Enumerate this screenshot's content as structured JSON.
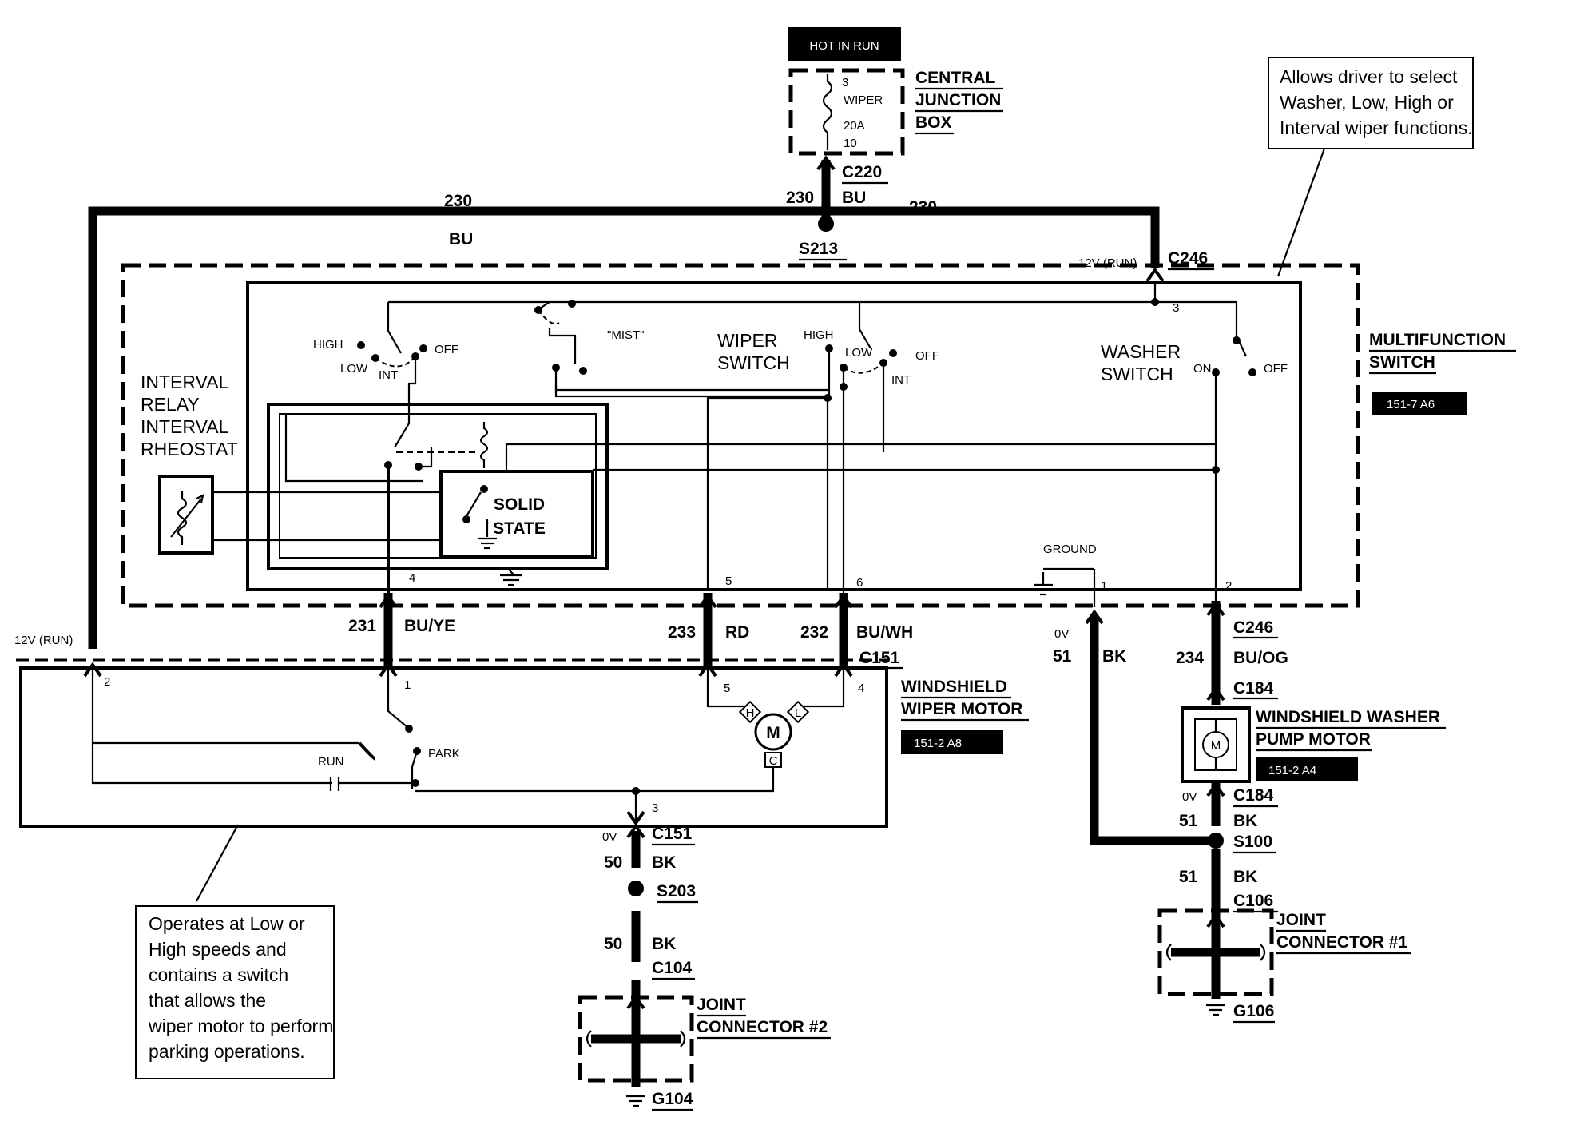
{
  "power": {
    "hot_in_run": "HOT IN RUN",
    "fuse_pin_top": "3",
    "fuse_name": "WIPER",
    "fuse_rating": "20A",
    "fuse_pin_bottom": "10",
    "cjb_line1": "CENTRAL",
    "cjb_line2": "JUNCTION",
    "cjb_line3": "BOX",
    "connector": "C220",
    "circuit": "230",
    "color": "BU"
  },
  "main_bus": {
    "left_circuit": "230",
    "left_color": "BU",
    "splice": "S213",
    "right_circuit": "230",
    "right_color": "BU",
    "run_voltage": "12V (RUN)",
    "connector": "C246",
    "pin": "3"
  },
  "notes": {
    "switch_note": "Allows driver to select Washer, Low, High or Interval wiper functions.",
    "motor_note": "Operates at Low or High speeds and contains a switch that allows the wiper motor to perform parking operations."
  },
  "multifunction": {
    "title_line1": "MULTIFUNCTION",
    "title_line2": "SWITCH",
    "ref": "151-7 A6",
    "interval_line1": "INTERVAL",
    "interval_line2": "RELAY",
    "interval_line3": "INTERVAL",
    "interval_line4": "RHEOSTAT",
    "solid_state_line1": "SOLID",
    "solid_state_line2": "STATE",
    "wiper_switch_line1": "WIPER",
    "wiper_switch_line2": "SWITCH",
    "washer_switch_line1": "WASHER",
    "washer_switch_line2": "SWITCH",
    "mist": "\"MIST\"",
    "pos_high_a": "HIGH",
    "pos_low_a": "LOW",
    "pos_int_a": "INT",
    "pos_off_a": "OFF",
    "pos_high_b": "HIGH",
    "pos_low_b": "LOW",
    "pos_off_b": "OFF",
    "pos_int_b": "INT",
    "pos_on_w": "ON",
    "pos_off_w": "OFF",
    "ground": "GROUND",
    "pins": [
      "4",
      "5",
      "6",
      "1",
      "2"
    ]
  },
  "harness": {
    "c231": "231",
    "c231_color": "BU/YE",
    "c233": "233",
    "c233_color": "RD",
    "c232": "232",
    "c232_color": "BU/WH",
    "c151": "C151",
    "left_run": "12V (RUN)",
    "gnd_volt": "0V",
    "gnd_circuit": "51",
    "gnd_color": "BK",
    "c246": "C246",
    "c234": "234",
    "c234_color": "BU/OG",
    "c184": "C184"
  },
  "wiper_motor": {
    "title_line1": "WINDSHIELD",
    "title_line2": "WIPER MOTOR",
    "ref": "151-2 A8",
    "run": "RUN",
    "park": "PARK",
    "m": "M",
    "h": "H",
    "l": "L",
    "c": "C",
    "pin2": "2",
    "pin1": "1",
    "pin5": "5",
    "pin4": "4",
    "pin3": "3"
  },
  "washer_pump": {
    "title_line1": "WINDSHIELD WASHER",
    "title_line2": "PUMP MOTOR",
    "ref": "151-2 A4",
    "m": "M",
    "volt": "0V",
    "connector": "C184",
    "circuit": "51",
    "color": "BK",
    "splice": "S100",
    "circuit2": "51",
    "color2": "BK",
    "connector2": "C106",
    "joint_line1": "JOINT",
    "joint_line2": "CONNECTOR #1",
    "ground": "G106"
  },
  "wiper_ground": {
    "volt": "0V",
    "connector": "C151",
    "circuit": "50",
    "color": "BK",
    "splice": "S203",
    "circuit2": "50",
    "color2": "BK",
    "connector2": "C104",
    "joint_line1": "JOINT",
    "joint_line2": "CONNECTOR #2",
    "ground": "G104"
  }
}
